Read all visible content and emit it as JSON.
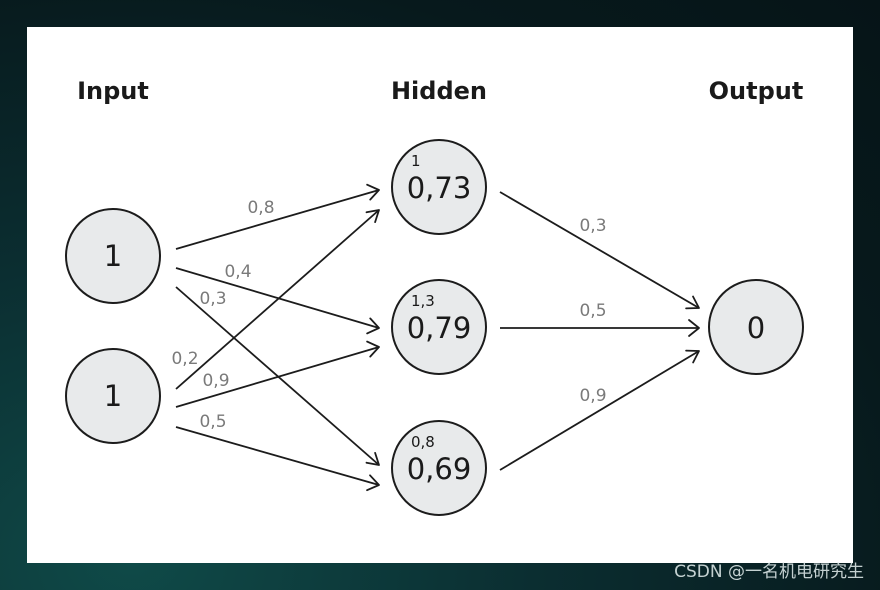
{
  "layers": {
    "input": "Input",
    "hidden": "Hidden",
    "output": "Output"
  },
  "nodes": {
    "input_1": {
      "value": "1"
    },
    "input_2": {
      "value": "1"
    },
    "hidden_1": {
      "value": "0,73",
      "bias": "1"
    },
    "hidden_2": {
      "value": "0,79",
      "bias": "1,3"
    },
    "hidden_3": {
      "value": "0,69",
      "bias": "0,8"
    },
    "output_1": {
      "value": "0"
    }
  },
  "weights": {
    "i1_h1": "0,8",
    "i1_h2": "0,4",
    "i1_h3": "0,3",
    "i2_h1": "0,2",
    "i2_h2": "0,9",
    "i2_h3": "0,5",
    "h1_o1": "0,3",
    "h2_o1": "0,5",
    "h3_o1": "0,9"
  },
  "watermark": "CSDN @一名机电研究生",
  "colors": {
    "node_fill": "#e8eaeb",
    "stroke": "#1c1c1c",
    "weight_text": "#7a7a7a",
    "panel": "#ffffff"
  }
}
